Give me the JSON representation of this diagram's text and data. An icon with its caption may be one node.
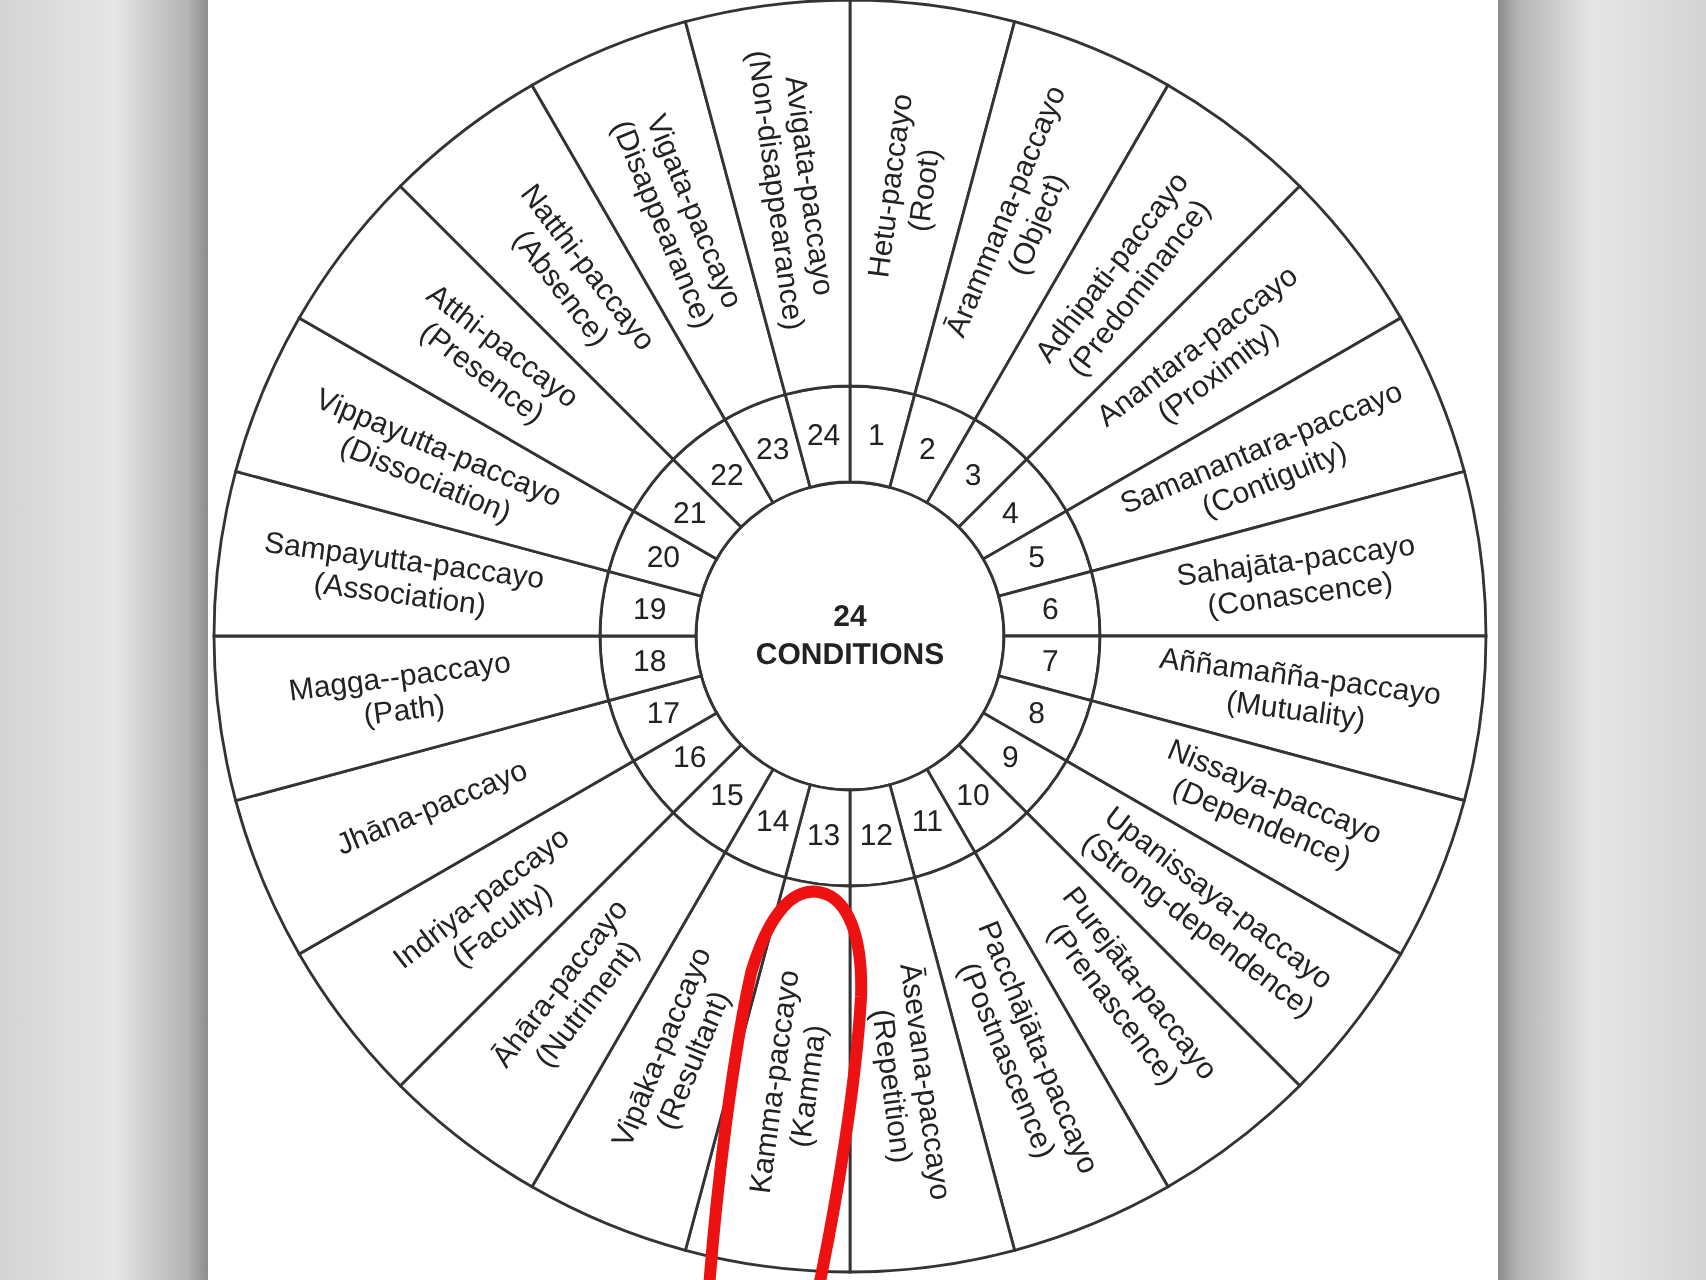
{
  "diagram": {
    "nodes": [
      {
        "text": [
          "24 CONDITIONS"
        ]
      },
      {
        "text": [
          "1"
        ]
      },
      {
        "text": [
          "Hetu-paccayo",
          "(Root)"
        ]
      },
      {
        "text": [
          "2"
        ]
      },
      {
        "text": [
          "Ārammana-paccayo",
          "(Object)"
        ]
      },
      {
        "text": [
          "3"
        ]
      },
      {
        "text": [
          "Adhipati-paccayo",
          "(Predominance)"
        ]
      },
      {
        "text": [
          "4"
        ]
      },
      {
        "text": [
          "Anantara-paccayo",
          "(Proximity)"
        ]
      },
      {
        "text": [
          "5"
        ]
      },
      {
        "text": [
          "Samanantara-paccayo",
          "(Contiguity)"
        ]
      },
      {
        "text": [
          "6"
        ]
      },
      {
        "text": [
          "Sahajāta-paccayo",
          "(Conascence)"
        ]
      },
      {
        "text": [
          "7"
        ]
      },
      {
        "text": [
          "Aññamañña-paccayo",
          "(Mutuality)"
        ]
      },
      {
        "text": [
          "8"
        ]
      },
      {
        "text": [
          "Nissaya-paccayo",
          "(Dependence)"
        ]
      },
      {
        "text": [
          "9"
        ]
      },
      {
        "text": [
          "Upanissaya-paccayo",
          "(Strong-dependence)"
        ]
      },
      {
        "text": [
          "10"
        ]
      },
      {
        "text": [
          "Purejāta-paccayo",
          "(Prenascence)"
        ]
      },
      {
        "text": [
          "11"
        ]
      },
      {
        "text": [
          "Pacchājāta-paccayo",
          "(Postnascence)"
        ]
      },
      {
        "text": [
          "12"
        ]
      },
      {
        "text": [
          "Āsevana-paccayo",
          "(Repetition)"
        ]
      },
      {
        "text": [
          "13"
        ]
      },
      {
        "text": [
          "Kamma-paccayo",
          "(Kamma)"
        ]
      },
      {
        "text": [
          "14"
        ]
      },
      {
        "text": [
          "Vipāka-paccayo",
          "(Resultant)"
        ]
      },
      {
        "text": [
          "15"
        ]
      },
      {
        "text": [
          "Āhāra-paccayo",
          "(Nutriment)"
        ]
      },
      {
        "text": [
          "16"
        ]
      },
      {
        "text": [
          "Indriya-paccayo",
          "(Faculty)"
        ]
      },
      {
        "text": [
          "17"
        ]
      },
      {
        "text": [
          "Jhāna-paccayo"
        ]
      },
      {
        "text": [
          "18"
        ]
      },
      {
        "text": [
          "Magga--paccayo",
          "(Path)"
        ]
      },
      {
        "text": [
          "19"
        ]
      },
      {
        "text": [
          "Sampayutta-paccayo",
          "(Association)"
        ]
      },
      {
        "text": [
          "20"
        ]
      },
      {
        "text": [
          "Vippayutta-paccayo",
          "(Dissociation)"
        ]
      },
      {
        "text": [
          "21"
        ]
      },
      {
        "text": [
          "Atthi-paccayo",
          "(Presence)"
        ]
      },
      {
        "text": [
          "22"
        ]
      },
      {
        "text": [
          "Natthi-paccayo",
          "(Absence)"
        ]
      },
      {
        "text": [
          "23"
        ]
      },
      {
        "text": [
          "Vigata-paccayo",
          "(Disappearance)"
        ]
      },
      {
        "text": [
          "24"
        ]
      },
      {
        "text": [
          "Avigata-paccayo",
          "(Non-disappearance)"
        ]
      }
    ]
  }
}
